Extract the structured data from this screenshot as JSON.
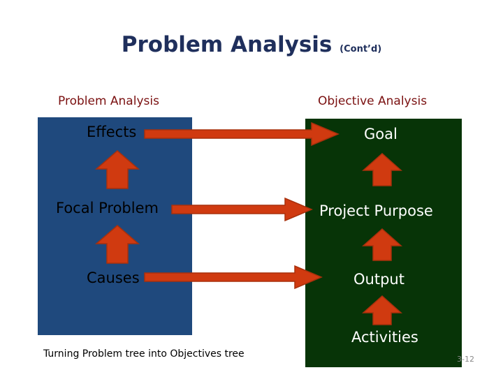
{
  "title": {
    "main": "Problem Analysis",
    "sub": "(Cont’d)"
  },
  "left_column": {
    "heading": "Problem Analysis",
    "nodes": [
      "Effects",
      "Focal Problem",
      "Causes"
    ]
  },
  "right_column": {
    "heading": "Objective Analysis",
    "nodes": [
      "Goal",
      "Project Purpose",
      "Output",
      "Activities"
    ]
  },
  "caption": "Turning Problem tree into Objectives tree",
  "slide_number": "3-12",
  "colors": {
    "title": "#1f2f5c",
    "heading": "#7a1010",
    "left_panel": "#1f497d",
    "right_panel": "#073407",
    "arrow_fill": "#d03a10",
    "arrow_stroke": "#a8300c"
  }
}
